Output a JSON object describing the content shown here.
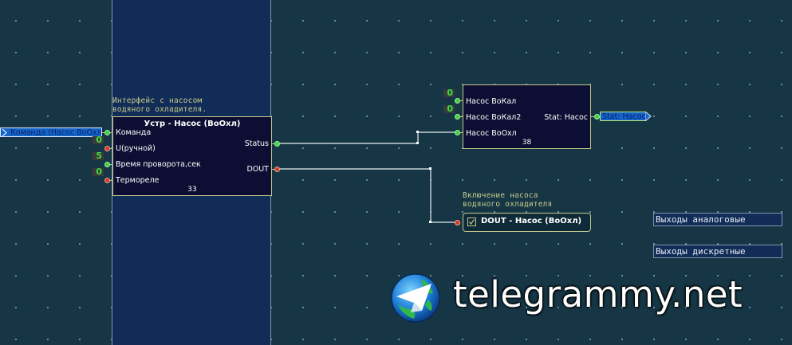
{
  "canvas": {
    "column_color": "#112d57",
    "background_color": "#163645"
  },
  "input_tag": {
    "label": "Команда (Насос ВоОхл)"
  },
  "block_pump_device": {
    "comment": "Интерфейс с насосом\nводяного охладителя.",
    "title": "Устр - Насос (ВоОхл)",
    "number": "33",
    "inputs": [
      {
        "label": "Команда",
        "state": "green",
        "const": null
      },
      {
        "label": "U(ручной)",
        "state": "red",
        "const": "0"
      },
      {
        "label": "Время проворота,сек",
        "state": "green",
        "const": "5"
      },
      {
        "label": "Термореле",
        "state": "red",
        "const": "0"
      }
    ],
    "outputs": [
      {
        "label": "Status",
        "state": "green"
      },
      {
        "label": "DOUT",
        "state": "red"
      }
    ]
  },
  "block_status": {
    "title": "",
    "number": "38",
    "inputs": [
      {
        "label": "Насос ВоКал",
        "state": "green",
        "const": "0"
      },
      {
        "label": "Насос ВоКал2",
        "state": "green",
        "const": "0"
      },
      {
        "label": "Насос ВоОхл",
        "state": "green",
        "const": null
      }
    ],
    "outputs": [
      {
        "label": "Stat: Насос",
        "state": "green"
      }
    ]
  },
  "output_tag": {
    "label": "Stat: Насос"
  },
  "dout_block": {
    "comment": "Включение насоса\nводяного охладителя",
    "title": "DOUT - Насос (ВоОхл)",
    "checked": true
  },
  "section_labels": [
    "Выходы аналоговые",
    "Выходы дискретные"
  ],
  "watermark": {
    "text": "telegrammy.net"
  }
}
